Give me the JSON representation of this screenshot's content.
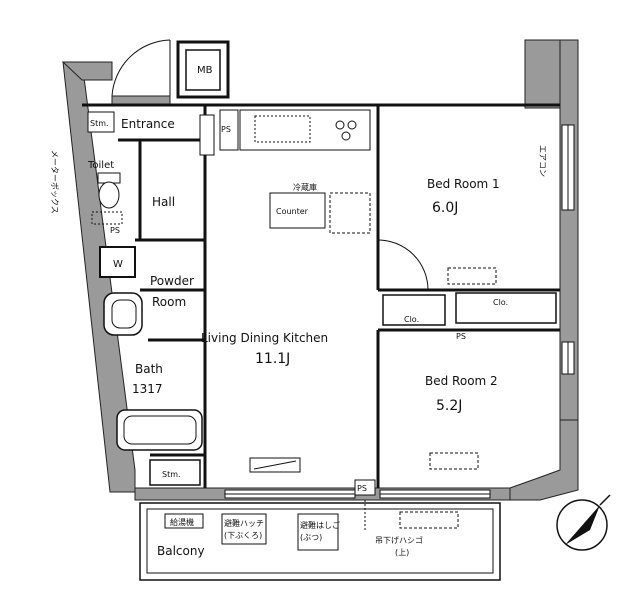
{
  "rooms": {
    "mb": "MB",
    "storage_top": "Stm.",
    "entrance": "Entrance",
    "ps_entrance": "PS",
    "toilet": "Toilet",
    "hall": "Hall",
    "ps_toilet": "PS",
    "washer_mark": "W",
    "powder_room_1": "Powder",
    "powder_room_2": "Room",
    "bath": "Bath",
    "bath_size": "1317",
    "storage_bottom": "Stm.",
    "ldk": "Living Dining Kitchen",
    "ldk_area": "11.1J",
    "counter": "Counter",
    "counter_top": "冷蔵庫",
    "bed1": "Bed Room 1",
    "bed1_area": "6.0J",
    "bed2": "Bed Room 2",
    "bed2_area": "5.2J",
    "clo1": "Clo.",
    "clo2": "Clo.",
    "ps_mid": "PS",
    "ps_bottom": "PS",
    "balcony": "Balcony",
    "balcony_item1": "給湯機",
    "balcony_item2a": "避難ハッチ",
    "balcony_item2b": "(下ぶくろ)",
    "balcony_item3a": "避難はしご",
    "balcony_item3b": "(ぶつ)",
    "balcony_item4a": "吊下げハシゴ",
    "balcony_item4b": "(上)",
    "left_vertical": "メーターボックス",
    "right_vertical": "エアコン"
  }
}
